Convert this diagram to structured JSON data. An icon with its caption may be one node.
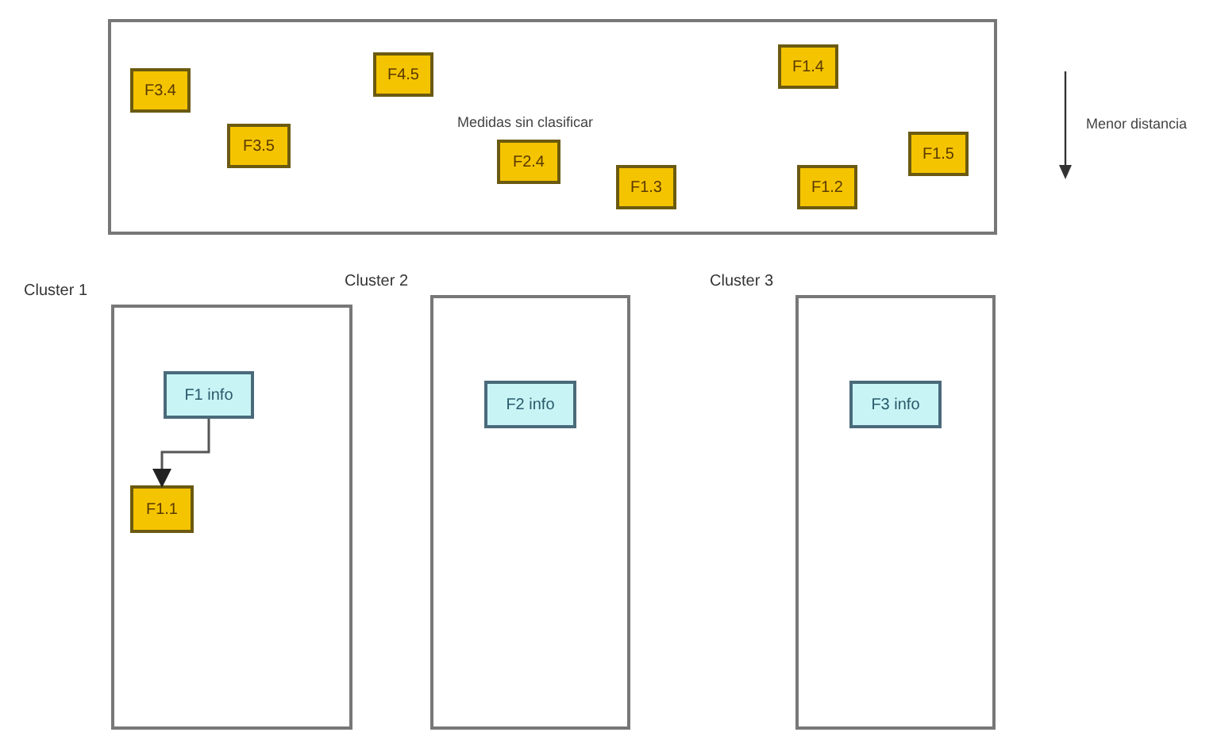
{
  "diagram": {
    "nodes": [
      {
        "text": [
          "Medidas sin clasificar"
        ]
      },
      {
        "text": [
          "F3.4"
        ],
        "in": 0
      },
      {
        "text": [
          "F4.5"
        ],
        "in": 0
      },
      {
        "text": [
          "F1.4"
        ],
        "in": 0
      },
      {
        "text": [
          "F3.5"
        ],
        "in": 0
      },
      {
        "text": [
          "F2.4"
        ],
        "in": 0
      },
      {
        "text": [
          "F1.5"
        ],
        "in": 0
      },
      {
        "text": [
          "F1.3"
        ],
        "in": 0
      },
      {
        "text": [
          "F1.2"
        ],
        "in": 0
      },
      {
        "text": [
          "Cluster 1"
        ]
      },
      {
        "text": [
          "F1 info"
        ],
        "in": 9
      },
      {
        "text": [
          "F1.1"
        ],
        "in": 9
      },
      {
        "text": [
          "Cluster 2"
        ]
      },
      {
        "text": [
          "F2 info"
        ],
        "in": 12
      },
      {
        "text": [
          "Cluster 3"
        ]
      },
      {
        "text": [
          "F3 info"
        ],
        "in": 14
      }
    ],
    "edges": [
      {
        "from": 10,
        "to": 11,
        "arrow": "to"
      }
    ],
    "labels": [
      "Menor distancia"
    ]
  }
}
